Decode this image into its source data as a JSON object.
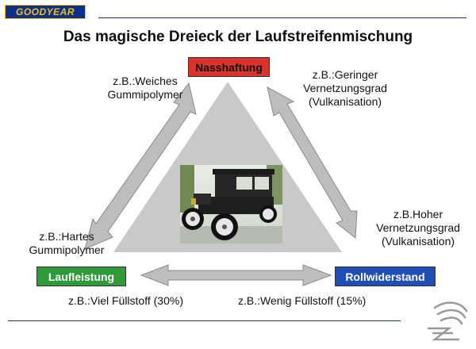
{
  "brand": {
    "logo_text": "GOODYEAR"
  },
  "title": "Das magische Dreieck der Laufstreifenmischung",
  "corners": {
    "top": {
      "label": "Nasshaftung",
      "color": "#d9342b"
    },
    "left": {
      "label": "Laufleistung",
      "color": "#2e9a3a"
    },
    "right": {
      "label": "Rollwiderstand",
      "color": "#1f4fb5"
    }
  },
  "annotations": {
    "top_left": [
      "z.B.:Weiches",
      "Gummipolymer"
    ],
    "top_right": [
      "z.B.:Geringer",
      "Vernetzungsgrad",
      "(Vulkanisation)"
    ],
    "bottom_left": [
      "z.B.:Hartes",
      "Gummipolymer"
    ],
    "bottom_right": [
      "z.B.Hoher",
      "Vernetzungsgrad",
      "(Vulkanisation)"
    ],
    "bottom_left_fill": "z.B.:Viel Füllstoff (30%)",
    "bottom_right_fill": "z.B.:Wenig Füllstoff (15%)"
  },
  "colors": {
    "triangle": "#c9c9c9",
    "arrow": "#bdbdbd",
    "rule": "#1c2f5e"
  },
  "icons": {
    "center_image": "vintage-car-photo",
    "corner_mark": "winged-foot-icon"
  }
}
